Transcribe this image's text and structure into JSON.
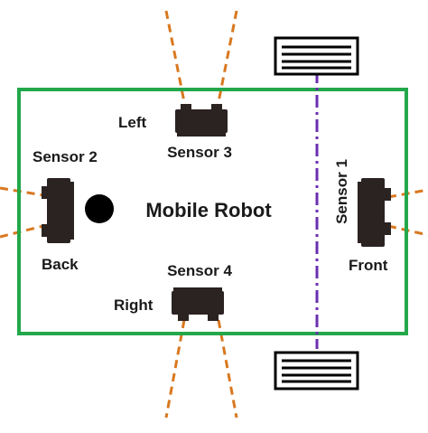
{
  "diagram": {
    "title": "Mobile Robot",
    "labels": {
      "left": "Left",
      "right": "Right",
      "back": "Back",
      "front": "Front",
      "sensor1": "Sensor 1",
      "sensor2": "Sensor 2",
      "sensor3": "Sensor 3",
      "sensor4": "Sensor 4"
    }
  },
  "colors": {
    "body_outline": "#22a84a",
    "beam": "#d9781f",
    "center_line": "#6a2fb0",
    "sensor": "#2b2222",
    "dot": "#000000"
  }
}
